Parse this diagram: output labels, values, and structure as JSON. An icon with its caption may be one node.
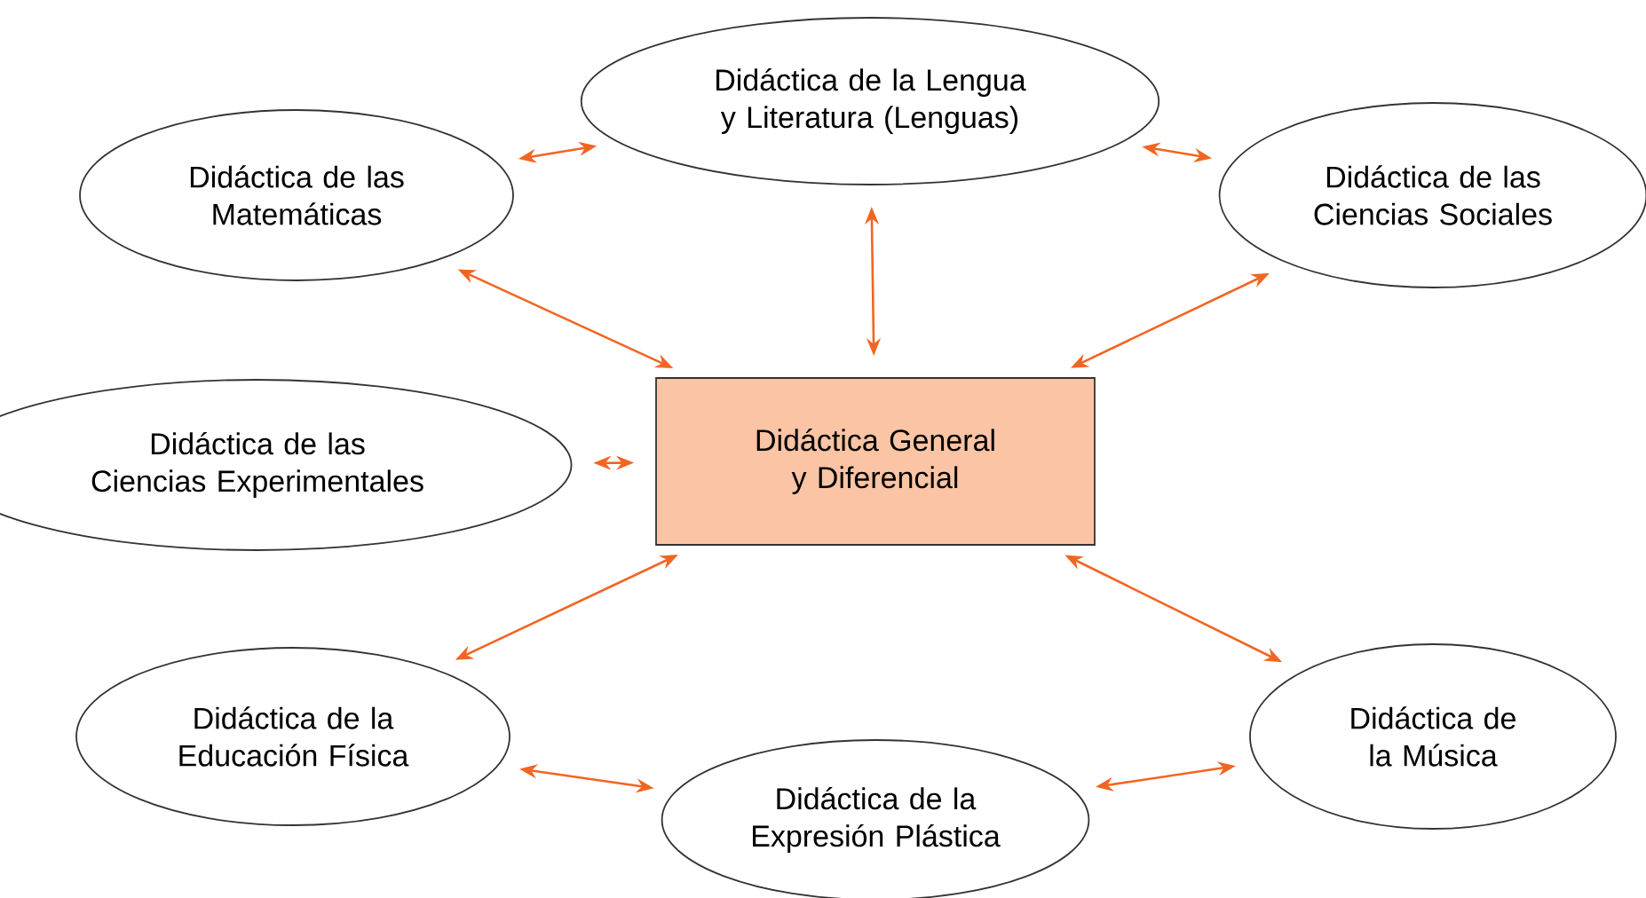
{
  "diagram": {
    "nodes": [
      {
        "text": [
          "Didáctica General y Diferencial"
        ]
      },
      {
        "text": [
          "Didáctica de la Lengua y Literatura (Lenguas)"
        ]
      },
      {
        "text": [
          "Didáctica de las Matemáticas"
        ]
      },
      {
        "text": [
          "Didáctica de las Ciencias Sociales"
        ]
      },
      {
        "text": [
          "Didáctica de las Ciencias Experimentales"
        ]
      },
      {
        "text": [
          "Didáctica de la Educación Física"
        ]
      },
      {
        "text": [
          "Didáctica de la Expresión Plástica"
        ]
      },
      {
        "text": [
          "Didáctica de la Música"
        ]
      }
    ],
    "edges": [
      {
        "from": 2,
        "to": 1,
        "arrow": "both"
      },
      {
        "from": 1,
        "to": 3,
        "arrow": "both"
      },
      {
        "from": 2,
        "to": 0,
        "arrow": "both"
      },
      {
        "from": 1,
        "to": 0,
        "arrow": "both"
      },
      {
        "from": 3,
        "to": 0,
        "arrow": "both"
      },
      {
        "from": 4,
        "to": 0,
        "arrow": "both"
      },
      {
        "from": 5,
        "to": 0,
        "arrow": "both"
      },
      {
        "from": 7,
        "to": 0,
        "arrow": "both"
      },
      {
        "from": 5,
        "to": 6,
        "arrow": "both"
      },
      {
        "from": 6,
        "to": 7,
        "arrow": "both"
      }
    ]
  }
}
